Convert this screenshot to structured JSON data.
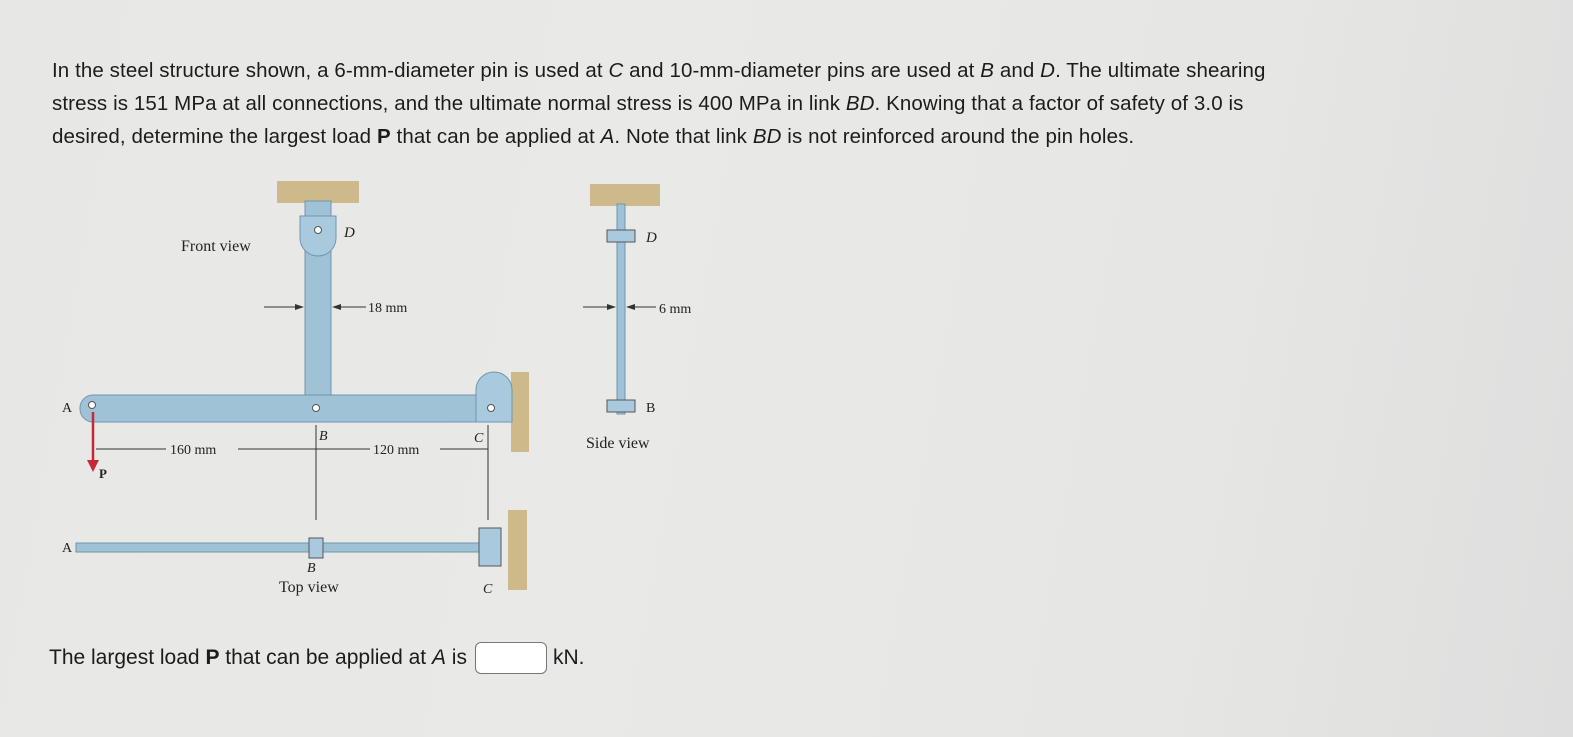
{
  "problem": {
    "line1": [
      {
        "t": "In the steel structure shown, a 6-mm-diameter pin is used at "
      },
      {
        "t": "C",
        "i": true
      },
      {
        "t": " and 10-mm-diameter pins are used at "
      },
      {
        "t": "B",
        "i": true
      },
      {
        "t": " and "
      },
      {
        "t": "D",
        "i": true
      },
      {
        "t": ". The ultimate shearing"
      }
    ],
    "line2": [
      {
        "t": "stress is 151 MPa at all connections, and the ultimate normal stress is 400 MPa in link "
      },
      {
        "t": "BD",
        "i": true
      },
      {
        "t": ". Knowing that a factor of safety of 3.0 is"
      }
    ],
    "line3": [
      {
        "t": "desired, determine the largest load "
      },
      {
        "t": "P",
        "b": true
      },
      {
        "t": " that can be applied at "
      },
      {
        "t": "A",
        "i": true
      },
      {
        "t": ". Note that link "
      },
      {
        "t": "BD",
        "i": true
      },
      {
        "t": " is not reinforced around the pin holes."
      }
    ]
  },
  "figure": {
    "front_view_label": "Front view",
    "side_view_label": "Side view",
    "top_view_label": "Top view",
    "dim_width": "18 mm",
    "dim_thickness": "6 mm",
    "dim_ab": "160 mm",
    "dim_bc": "120 mm",
    "point_a": "A",
    "point_b": "B",
    "point_c": "C",
    "point_d": "D",
    "load": "P"
  },
  "answer": {
    "prefix": [
      {
        "t": "The largest load "
      },
      {
        "t": "P",
        "b": true
      },
      {
        "t": " that can be applied at "
      },
      {
        "t": "A",
        "i": true
      },
      {
        "t": " is"
      }
    ],
    "value": "",
    "unit": "kN."
  },
  "colors": {
    "steel": "#9fc2d6",
    "steel_edge": "#6f97ad",
    "support": "#cdb98a",
    "load_arrow": "#c6283a"
  }
}
